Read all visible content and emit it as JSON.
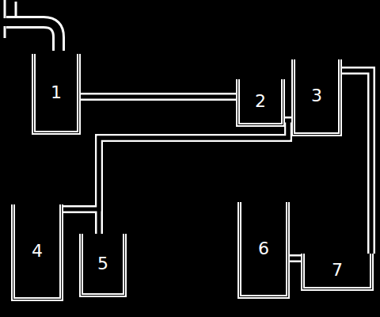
{
  "diagram": {
    "nodes": [
      {
        "text": [
          "1"
        ]
      },
      {
        "text": [
          "2"
        ]
      },
      {
        "text": [
          "3"
        ]
      },
      {
        "text": [
          "4"
        ]
      },
      {
        "text": [
          "5"
        ]
      },
      {
        "text": [
          "6"
        ]
      },
      {
        "text": [
          "7"
        ]
      }
    ],
    "edges": [
      {
        "from": 0,
        "to": 1,
        "arrow": "none"
      },
      {
        "from": 1,
        "to": 2,
        "arrow": "none"
      },
      {
        "from": 1,
        "to": 4,
        "arrow": "none"
      },
      {
        "from": 1,
        "to": 3,
        "arrow": "none"
      },
      {
        "from": 2,
        "to": 6,
        "arrow": "none"
      },
      {
        "from": 5,
        "to": 6,
        "arrow": "none"
      }
    ]
  }
}
